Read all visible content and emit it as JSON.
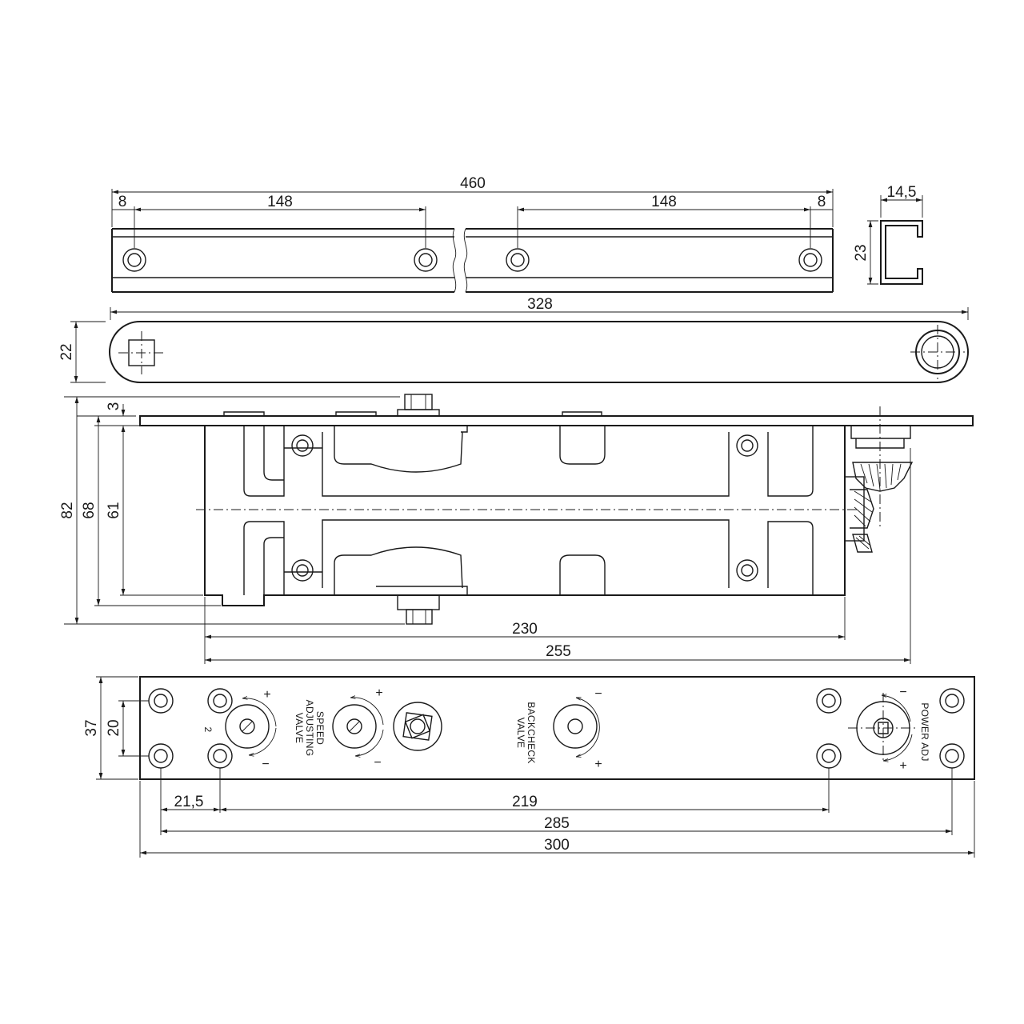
{
  "dimensions": {
    "rail_total": "460",
    "rail_end_left": "8",
    "rail_span_left": "148",
    "rail_span_right": "148",
    "rail_end_right": "8",
    "profile_width": "14,5",
    "profile_height": "23",
    "arm_length": "328",
    "arm_height": "22",
    "body_total_height": "82",
    "body_height_68": "68",
    "body_height_61": "61",
    "top_plate_offset": "3",
    "body_length_230": "230",
    "body_length_255": "255",
    "plate_height": "37",
    "plate_hole_spacing_v": "20",
    "plate_hole_offset": "21,5",
    "plate_hole_span": "219",
    "plate_outer_hole_span": "285",
    "plate_length": "300"
  },
  "labels": {
    "speed_valve": [
      "SPEED",
      "ADJUSTING",
      "VALVE"
    ],
    "speed_valve_number": "2",
    "backcheck_valve": [
      "BACKCHECK",
      "VALVE"
    ],
    "power_adj": "POWER ADJ",
    "plus": "+",
    "minus": "−"
  }
}
